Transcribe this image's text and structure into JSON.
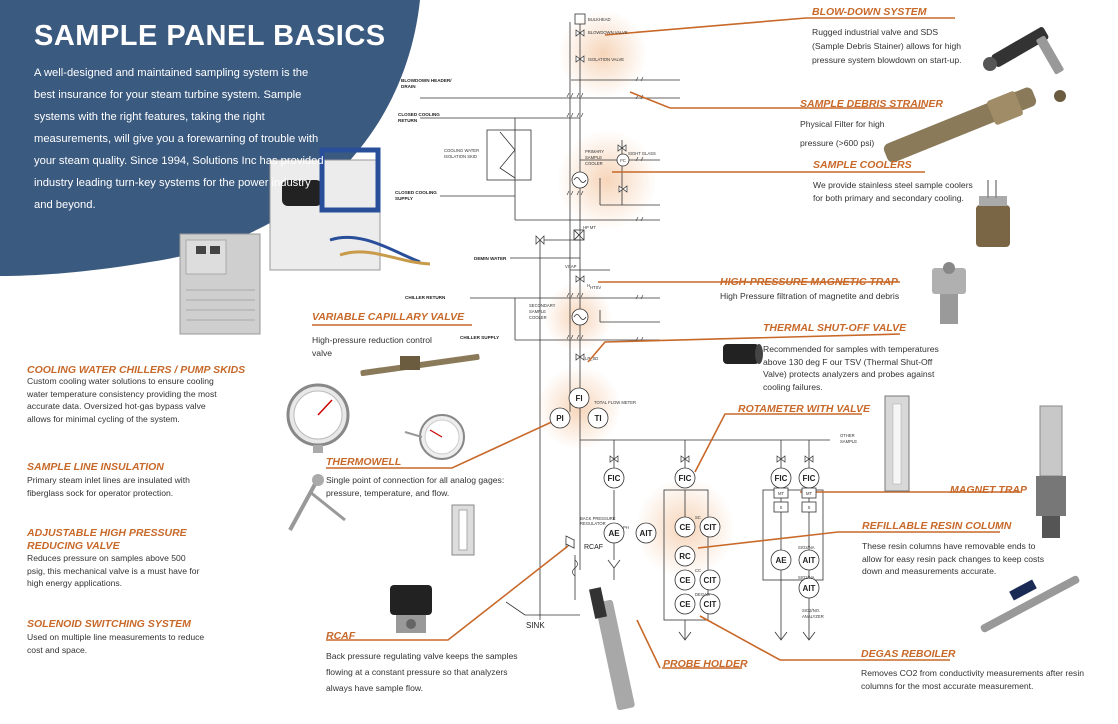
{
  "title": "SAMPLE PANEL BASICS",
  "intro": "A well-designed and maintained sampling system is the best insurance for your steam turbine system. Sample systems with the right features, taking the right measurements, will give you a forewarning of trouble with your steam quality. Since 1994, Solutions Inc has provided industry leading turn-key systems for the power industry and beyond.",
  "colors": {
    "accent": "#c8692a",
    "navy": "#3b5a80",
    "glow": "#f6d3b6"
  },
  "callouts": {
    "blowdown": {
      "heading": "BLOW-DOWN SYSTEM",
      "text": "Rugged industrial valve and SDS (Sample Debris Stainer) allows for high pressure system blowdown on start-up."
    },
    "debris": {
      "heading": "SAMPLE DEBRIS STRAINER",
      "text": "Physical Filter for high pressure (>600 psi)"
    },
    "coolers": {
      "heading": "SAMPLE COOLERS",
      "text": "We provide stainless steel sample coolers for both primary and secondary cooling."
    },
    "magtrap_hp": {
      "heading": "HIGH-PRESSURE MAGNETIC TRAP",
      "text": "High Pressure filtration of magnetite and debris"
    },
    "thermal": {
      "heading": "THERMAL SHUT-OFF VALVE",
      "text": "Recommended for samples with temperatures above 130 deg F our TSV (Thermal Shut-Off Valve) protects analyzers and probes against cooling failures."
    },
    "rotameter": {
      "heading": "ROTAMETER WITH VALVE"
    },
    "magnet": {
      "heading": "MAGNET TRAP"
    },
    "resin": {
      "heading": "REFILLABLE RESIN COLUMN",
      "text": "These resin columns have removable ends to allow for easy resin pack changes to keep costs down and measurements accurate."
    },
    "degas": {
      "heading": "DEGAS REBOILER",
      "text": "Removes CO2 from conductivity measurements after resin columns for the most accurate measurement."
    },
    "probe": {
      "heading": "PROBE HOLDER"
    },
    "capillary": {
      "heading": "VARIABLE CAPILLARY VALVE",
      "text": "High-pressure reduction control valve"
    },
    "chillers": {
      "heading": "COOLING WATER CHILLERS / PUMP SKIDS",
      "text": "Custom cooling water solutions to ensure cooling water temperature consistency providing the most accurate data. Oversized hot-gas bypass valve allows for minimal cycling of the system."
    },
    "insulation": {
      "heading": "SAMPLE LINE INSULATION",
      "text": "Primary steam inlet lines are insulated with fiberglass sock for operator protection."
    },
    "reducing": {
      "heading": "ADJUSTABLE HIGH PRESSURE",
      "heading2": "REDUCING VALVE",
      "text": "Reduces pressure on samples above 500 psig, this mechanical valve is a must have for high energy applications."
    },
    "solenoid": {
      "heading": "SOLENOID SWITCHING SYSTEM",
      "text": "Used on multiple line measurements to reduce cost and space."
    },
    "thermowell": {
      "heading": "THERMOWELL",
      "text": "Single point of connection for all analog gages: pressure, temperature, and flow."
    },
    "rcaf": {
      "heading": "RCAF",
      "text": "Back pressure regulating valve keeps the samples flowing at a constant pressure so that analyzers always have sample flow."
    }
  },
  "diagram": {
    "bulkhead": "BULKHEAD",
    "blowdown_valve": "BLOWDOWN VALVE",
    "isolation_valve": "ISOLATION VALVE",
    "blowdown_header": "BLOWDOWN HEADER/",
    "blowdown_header2": "DRAIN",
    "closed_cooling_return": "CLOSED COOLING",
    "closed_cooling_return2": "RETURN",
    "cw_isolation": "COOLING WATER",
    "cw_isolation2": "ISOLATION SKID",
    "primary_cooler": "PRIMARY",
    "primary_cooler2": "SAMPLE",
    "primary_cooler3": "COOLER",
    "sight_glass": "SIGHT GLASS",
    "closed_cooling_supply": "CLOSED COOLING",
    "closed_cooling_supply2": "SUPPLY",
    "hp_mt": "HP MT",
    "demin_water": "DEMIN WATER",
    "vcap": "VCAP",
    "htsv": "HTSV",
    "chiller_return": "CHILLER RETURN",
    "secondary_cooler": "SECONDARY",
    "secondary_cooler2": "SAMPLE",
    "secondary_cooler3": "COOLER",
    "chiller_supply": "CHILLER SUPPLY",
    "lp_sd": "LP_SD",
    "total_flow": "TOTAL FLOW METER",
    "other_sample": "OTHER",
    "other_sample2": "SAMPLE",
    "back_pressure": "BACK PRESSURE",
    "back_pressure2": "REGULATOR",
    "ph": "PH",
    "sc": "SC",
    "cc": "CC",
    "degas": "DEGAS",
    "sio2_na": "SIO2/NA",
    "sio2_na_analyzer": "SIO2/NO.",
    "sio2_na_analyzer2": "ANALYZER",
    "sink": "SINK",
    "fi": "FI",
    "pi": "PI",
    "ti": "TI",
    "fic": "FIC",
    "ae": "AE",
    "ait": "AIT",
    "ce": "CE",
    "cit": "CIT",
    "rc": "RC",
    "rcaf": "RCAF",
    "mt": "MT",
    "s": "S",
    "h": "H"
  }
}
